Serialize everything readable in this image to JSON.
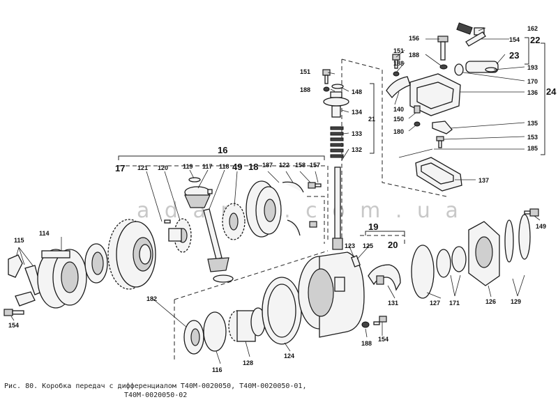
{
  "watermark": "a d a m a . c o m . u a",
  "caption": {
    "line1": "Рис. 80. Коробка передач с дифференциалом Т40М-0020050, Т40М-0020050-01,",
    "line2": "Т40М-0020050-02"
  },
  "labels": {
    "n16": "16",
    "n17": "17",
    "n18": "18",
    "n19": "19",
    "n20": "20",
    "n21": "21",
    "n22": "22",
    "n23": "23",
    "n24": "24",
    "n49": "49",
    "n114": "114",
    "n115": "115",
    "n116": "116",
    "n117": "117",
    "n118": "118",
    "n119": "119",
    "n120": "120",
    "n121": "121",
    "n122": "122",
    "n123": "123",
    "n124": "124",
    "n125": "125",
    "n126": "126",
    "n127": "127",
    "n128": "128",
    "n129": "129",
    "n131": "131",
    "n132": "132",
    "n133": "133",
    "n134": "134",
    "n135": "135",
    "n136": "136",
    "n137": "137",
    "n140": "140",
    "n148": "148",
    "n149": "149",
    "n150": "150",
    "n151a": "151",
    "n151b": "151",
    "n153": "153",
    "n154a": "154",
    "n154b": "154",
    "n154c": "154",
    "n156": "156",
    "n157": "157",
    "n158": "158",
    "n162": "162",
    "n170": "170",
    "n171": "171",
    "n180": "180",
    "n182": "182",
    "n185": "185",
    "n187": "187",
    "n188a": "188",
    "n188b": "188",
    "n188c": "188",
    "n188d": "188",
    "n193": "193"
  }
}
